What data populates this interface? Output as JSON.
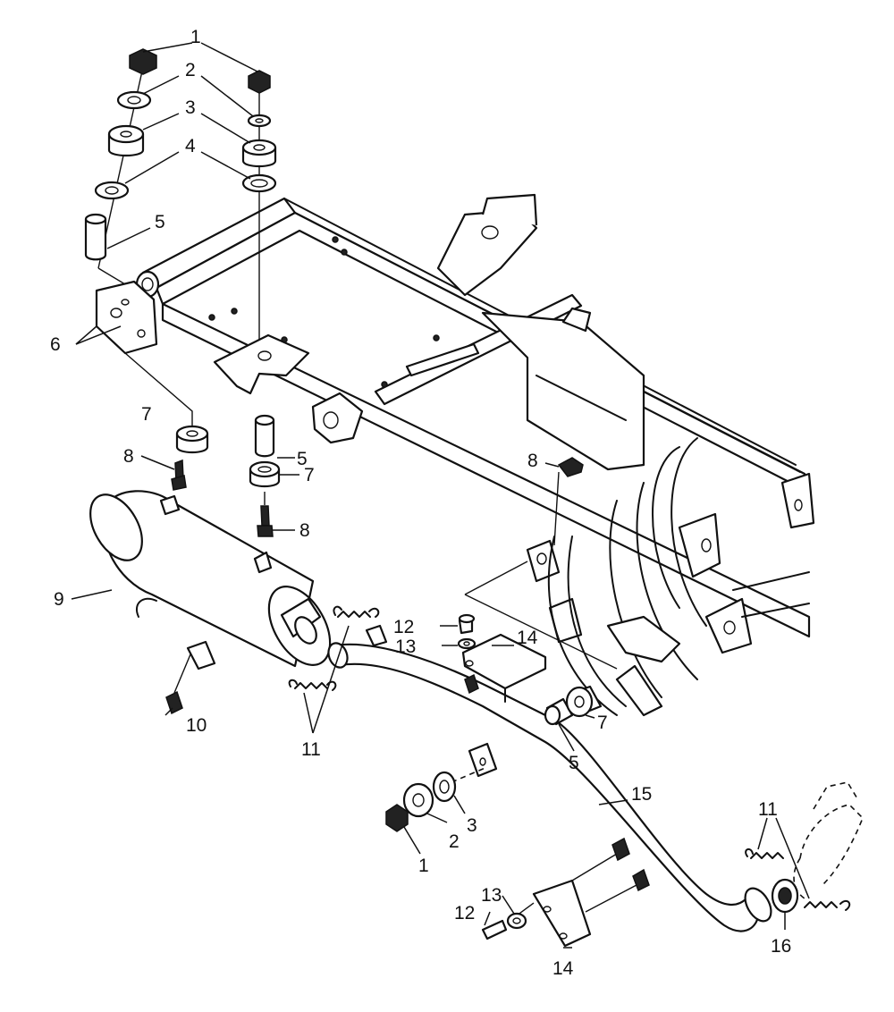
{
  "callouts": {
    "c1a": "1",
    "c2a": "2",
    "c3a": "3",
    "c4a": "4",
    "c5a": "5",
    "c6": "6",
    "c7a": "7",
    "c8a": "8",
    "c5b": "5",
    "c7b": "7",
    "c8b": "8",
    "c8c": "8",
    "c9": "9",
    "c10": "10",
    "c12a": "12",
    "c13a": "13",
    "c14a": "14",
    "c11a": "11",
    "c5c": "5",
    "c7c": "7",
    "c15": "15",
    "c3b": "3",
    "c2b": "2",
    "c1b": "1",
    "c11b": "11",
    "c12b": "12",
    "c13b": "13",
    "c14b": "14",
    "c16": "16"
  },
  "colors": {
    "line": "#111111",
    "background": "#ffffff"
  }
}
